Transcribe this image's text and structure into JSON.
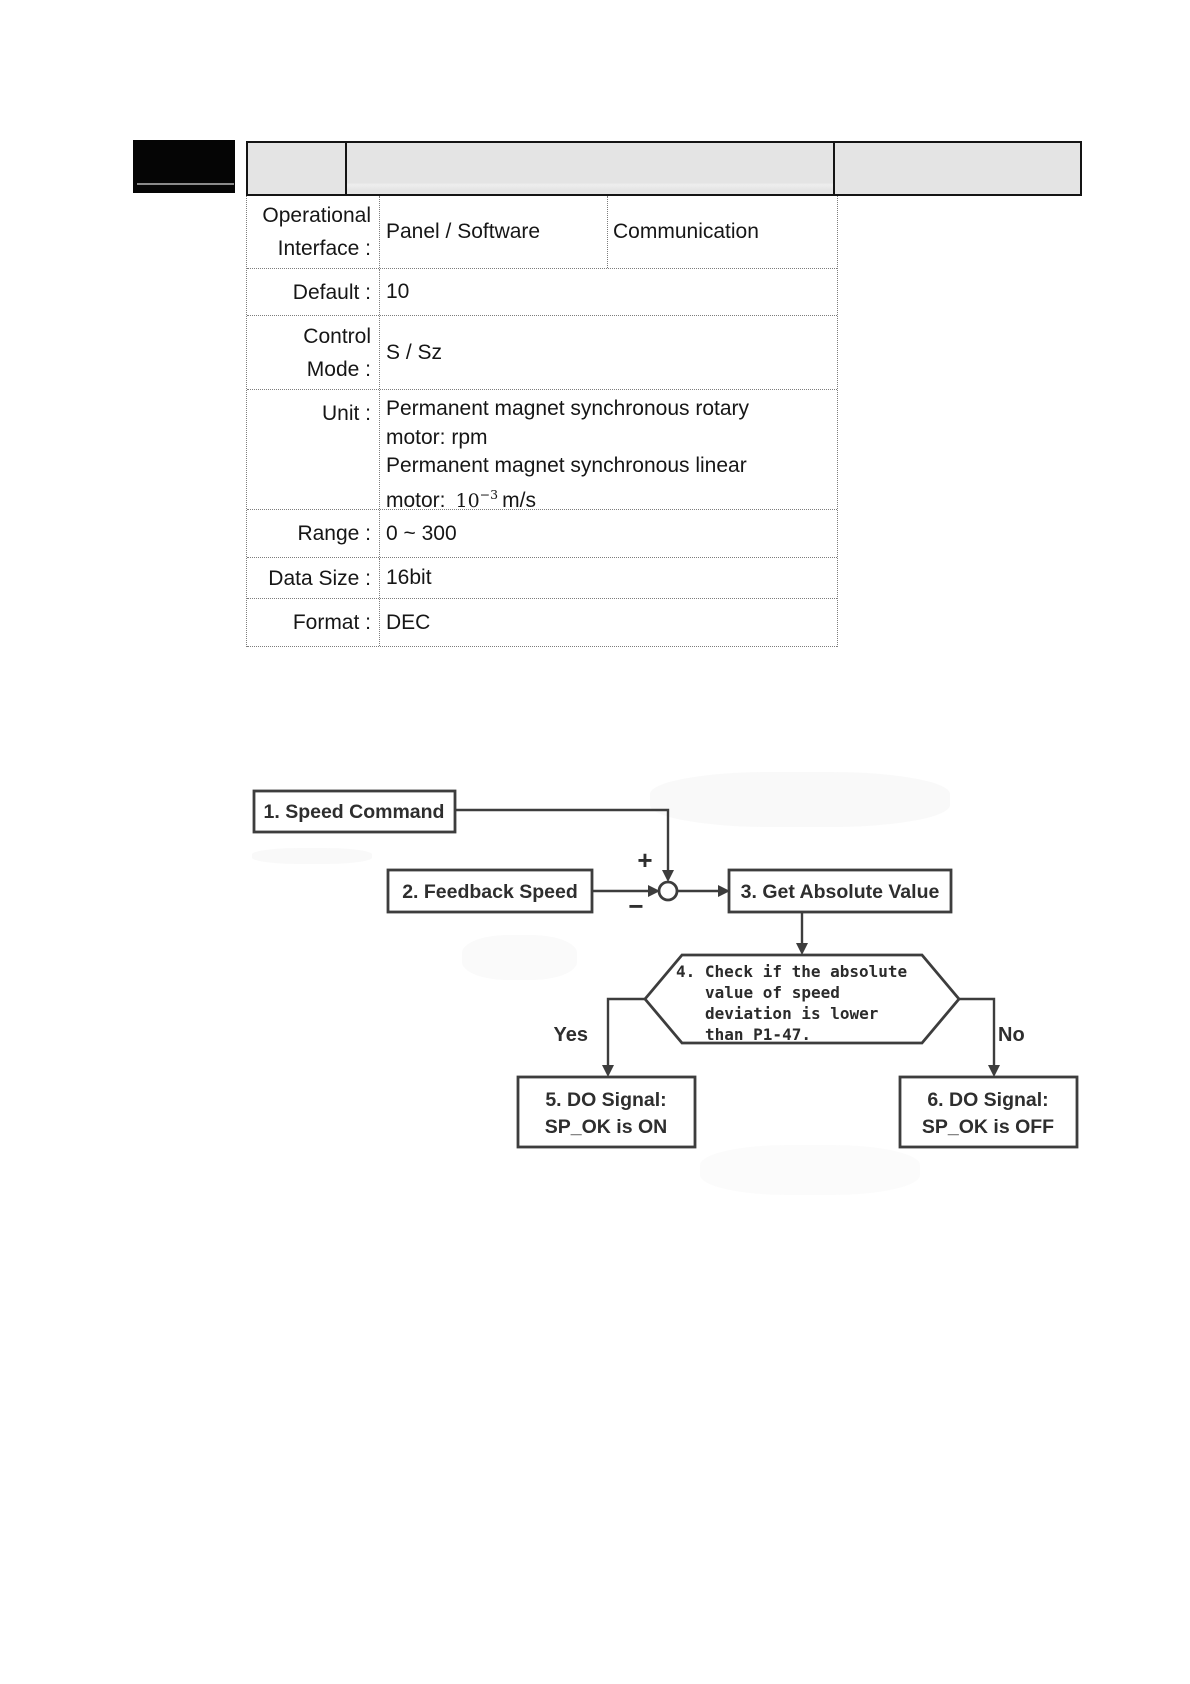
{
  "param_table": {
    "header": {
      "cells": [
        "",
        "",
        ""
      ]
    },
    "rows": [
      {
        "label_lines": [
          "Operational",
          "Interface :"
        ],
        "values": [
          "Panel / Software",
          "Communication"
        ]
      },
      {
        "label_lines": [
          "Default :"
        ],
        "value": "10"
      },
      {
        "label_lines": [
          "Control",
          "Mode :"
        ],
        "value": "S / Sz"
      },
      {
        "label_lines": [
          "Unit :"
        ],
        "value_lines": [
          "Permanent magnet synchronous rotary",
          "motor: rpm",
          "Permanent magnet synchronous linear"
        ],
        "value_math": {
          "prefix": "motor:",
          "base": "10",
          "sup": "−3",
          "suffix": "m/s"
        }
      },
      {
        "label_lines": [
          "Range :"
        ],
        "value": "0 ~ 300"
      },
      {
        "label_lines": [
          "Data Size :"
        ],
        "value": "16bit"
      },
      {
        "label_lines": [
          "Format :"
        ],
        "value": "DEC"
      }
    ]
  },
  "flowchart": {
    "nodes": {
      "speed_command": "1. Speed Command",
      "feedback_speed": "2. Feedback Speed",
      "get_absolute_value": "3. Get Absolute Value",
      "decision_lines": [
        "4. Check if the absolute",
        "value of speed",
        "deviation is lower",
        "than P1-47."
      ],
      "do_on_lines": [
        "5. DO Signal:",
        "SP_OK is ON"
      ],
      "do_off_lines": [
        "6. DO Signal:",
        "SP_OK is OFF"
      ]
    },
    "labels": {
      "yes": "Yes",
      "no": "No",
      "plus": "+",
      "minus": "−"
    }
  },
  "colors": {
    "header_fill": "#e4e4e4",
    "table_border": "#141414",
    "dotted_border": "#7d7d7d",
    "text": "#161616",
    "flow_stroke": "#3d3d3d",
    "flow_text": "#2e2e2e",
    "redacted_block": "#050505"
  }
}
